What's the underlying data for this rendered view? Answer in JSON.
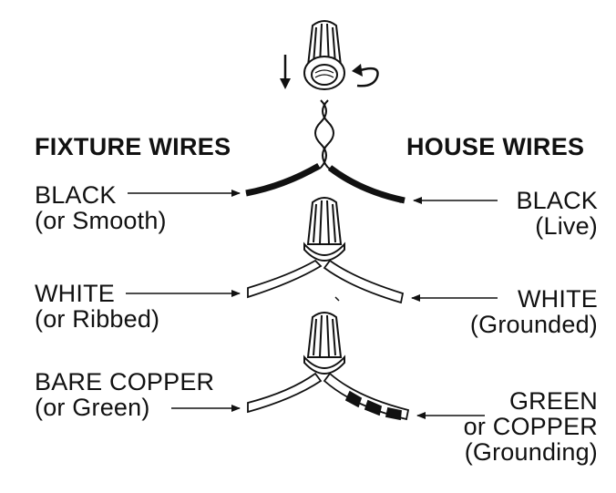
{
  "headers": {
    "fixture": "FIXTURE WIRES",
    "house": "HOUSE WIRES"
  },
  "left_labels": {
    "black": [
      "BLACK",
      "(or Smooth)"
    ],
    "white": [
      "WHITE",
      "(or Ribbed)"
    ],
    "copper": [
      "BARE COPPER",
      "(or Green)"
    ]
  },
  "right_labels": {
    "black": [
      "BLACK",
      "(Live)"
    ],
    "white": [
      "WHITE",
      "(Grounded)"
    ],
    "green": [
      "GREEN",
      "or COPPER",
      "(Grounding)"
    ]
  },
  "colors": {
    "ink": "#111111",
    "wire_fill": "#ffffff",
    "nut_fill": "#ffffff"
  }
}
